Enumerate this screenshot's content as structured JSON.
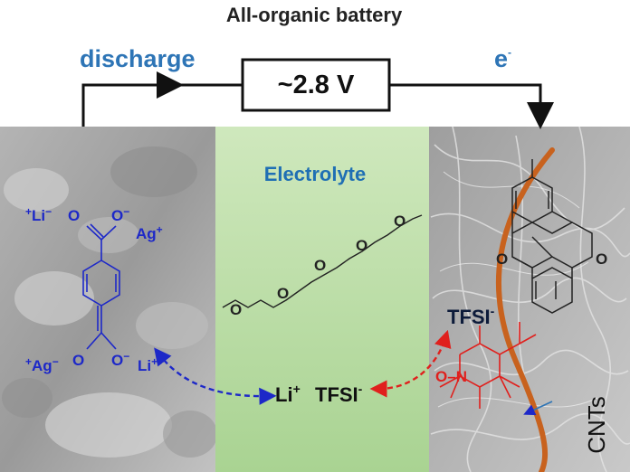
{
  "title": "All-organic battery",
  "circuit": {
    "discharge_label": "discharge",
    "voltage_label": "~2.8 V",
    "electron_label": "e",
    "electron_sup": "-"
  },
  "left_panel": {
    "atoms": {
      "li_top": "Li",
      "o_top_left": "O",
      "o_top_right": "O",
      "ag_top": "Ag",
      "ag_bottom": "Ag",
      "o_bottom_left": "O",
      "o_bottom_right": "O",
      "li_bottom": "Li"
    }
  },
  "center_panel": {
    "electrolyte_label": "Electrolyte",
    "ether_oxygens": [
      "O",
      "O",
      "O",
      "O",
      "O"
    ],
    "li_ion": "Li",
    "li_ion_sup": "+",
    "tfsi_ion": "TFSI",
    "tfsi_ion_sup": "-"
  },
  "right_panel": {
    "tfsi_label": "TFSI",
    "tfsi_sup": "-",
    "quinone_o_left": "O",
    "quinone_o_right": "O",
    "nitroxide_label": "O",
    "nitroxide_n": "N",
    "cnts_label": "CNTs"
  },
  "colors": {
    "title": "#222222",
    "accent_blue": "#2e75b6",
    "electrolyte_green": "#b8dca3",
    "cathode_structure_blue": "#1d28c8",
    "nitroxide_red": "#e0201d",
    "cnt_orange": "#c8621e",
    "sem_grey": "#a8a8a8"
  },
  "icons": [
    "arrow-right-icon",
    "arrow-down-icon",
    "dashed-double-arrow-icon"
  ]
}
